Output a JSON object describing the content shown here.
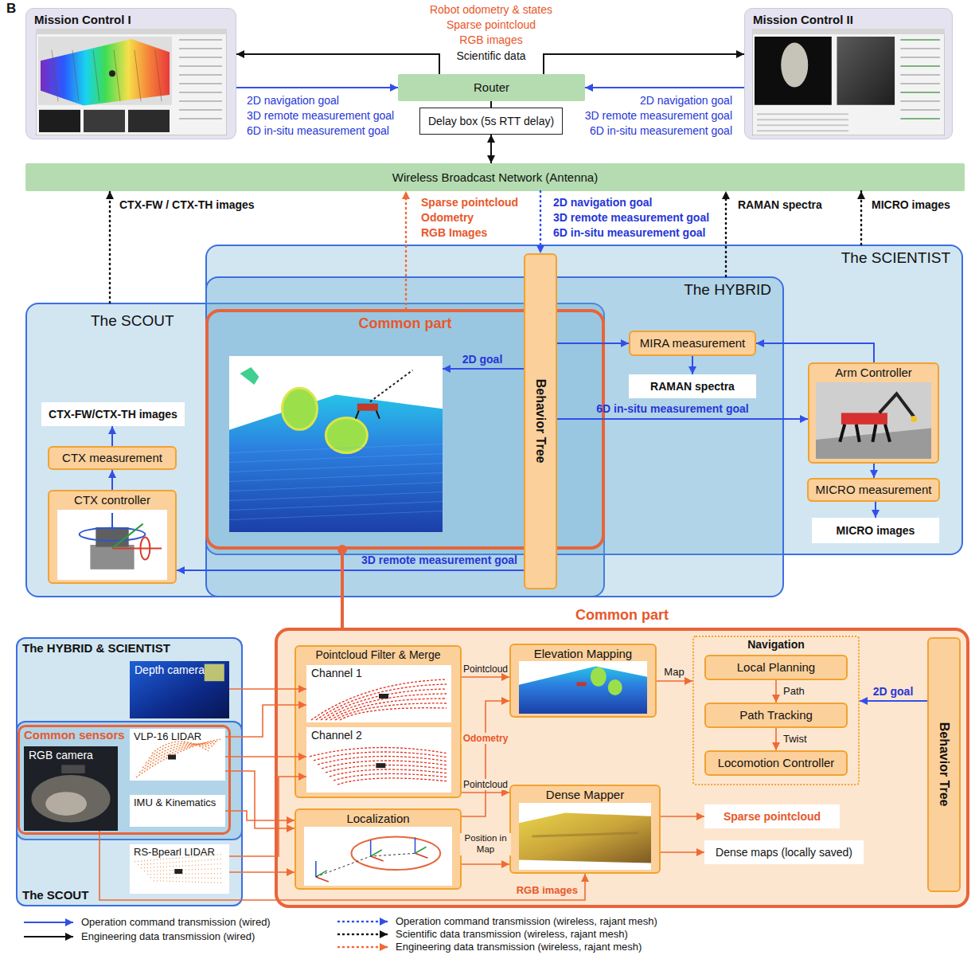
{
  "diagram": {
    "nodes": [
      {
        "text": [
          "Mission Control I"
        ]
      },
      {
        "text": [
          "Mission Control II"
        ]
      },
      {
        "text": [
          "Router"
        ]
      },
      {
        "text": [
          "Delay box (5s RTT delay)"
        ]
      },
      {
        "text": [
          "Wireless Broadcast Network (Antenna)"
        ]
      },
      {
        "text": [
          "The SCOUT"
        ]
      },
      {
        "text": [
          "CTX controller"
        ],
        "in": 5
      },
      {
        "text": [
          "CTX measurement"
        ],
        "in": 5
      },
      {
        "text": [
          "CTX-FW/CTX-TH images"
        ],
        "in": 5
      },
      {
        "text": [
          "The SCIENTIST"
        ]
      },
      {
        "text": [
          "The HYBRID"
        ],
        "in": 9
      },
      {
        "text": [
          "Common part"
        ],
        "in": 10
      },
      {
        "text": [
          "Behavior Tree"
        ],
        "in": 11
      },
      {
        "text": [
          "MIRA measurement"
        ],
        "in": 10
      },
      {
        "text": [
          "RAMAN spectra"
        ],
        "in": 10
      },
      {
        "text": [
          "Arm Controller"
        ],
        "in": 9
      },
      {
        "text": [
          "MICRO measurement"
        ],
        "in": 9
      },
      {
        "text": [
          "MICRO images"
        ],
        "in": 9
      },
      {
        "text": [
          "The HYBRID & SCIENTIST"
        ]
      },
      {
        "text": [
          "Depth camera"
        ],
        "in": 18
      },
      {
        "text": [
          "The SCOUT"
        ]
      },
      {
        "text": [
          "Common sensors"
        ],
        "in": 20
      },
      {
        "text": [
          "RGB camera"
        ],
        "in": 21
      },
      {
        "text": [
          "VLP-16 LIDAR"
        ],
        "in": 21
      },
      {
        "text": [
          "IMU & Kinematics"
        ],
        "in": 21
      },
      {
        "text": [
          "RS-Bpearl LIDAR"
        ],
        "in": 20
      },
      {
        "text": [
          "Common part"
        ]
      },
      {
        "text": [
          "Pointcloud Filter & Merge"
        ],
        "in": 26
      },
      {
        "text": [
          "Channel 1"
        ],
        "in": 27
      },
      {
        "text": [
          "Channel 2"
        ],
        "in": 27
      },
      {
        "text": [
          "Localization"
        ],
        "in": 26
      },
      {
        "text": [
          "Elevation Mapping"
        ],
        "in": 26
      },
      {
        "text": [
          "Dense Mapper"
        ],
        "in": 26
      },
      {
        "text": [
          "Navigation"
        ],
        "in": 26
      },
      {
        "text": [
          "Local Planning"
        ],
        "in": 33
      },
      {
        "text": [
          "Path Tracking"
        ],
        "in": 33
      },
      {
        "text": [
          "Locomotion Controller"
        ],
        "in": 33
      },
      {
        "text": [
          "Behavior Tree"
        ],
        "in": 26
      },
      {
        "text": [
          "Sparse pointcloud"
        ],
        "in": 26
      },
      {
        "text": [
          "Dense maps (locally saved)"
        ],
        "in": 26
      }
    ],
    "edges": [
      {
        "from": 2,
        "to": 0,
        "arrow": "to"
      },
      {
        "from": 2,
        "to": 1,
        "arrow": "to"
      },
      {
        "from": 0,
        "to": 2,
        "arrow": "to"
      },
      {
        "from": 1,
        "to": 2,
        "arrow": "to"
      },
      {
        "from": 2,
        "to": 3,
        "arrow": "none"
      },
      {
        "from": 3,
        "to": 4,
        "arrow": "both"
      },
      {
        "from": 4,
        "to": 12,
        "arrow": "to"
      },
      {
        "from": 11,
        "to": 4,
        "arrow": "to"
      },
      {
        "from": 5,
        "to": 4,
        "arrow": "to",
        "label": "CTX-FW / CTX-TH images"
      },
      {
        "from": 10,
        "to": 4,
        "arrow": "to",
        "label": "RAMAN spectra"
      },
      {
        "from": 9,
        "to": 4,
        "arrow": "to",
        "label": "MICRO images"
      },
      {
        "from": 12,
        "to": 11,
        "arrow": "to",
        "label": "2D goal"
      },
      {
        "from": 12,
        "to": 13,
        "arrow": "to"
      },
      {
        "from": 13,
        "to": 14,
        "arrow": "to"
      },
      {
        "from": 15,
        "to": 13,
        "arrow": "to"
      },
      {
        "from": 12,
        "to": 15,
        "arrow": "to",
        "label": "6D in-situ measurement goal"
      },
      {
        "from": 15,
        "to": 16,
        "arrow": "to"
      },
      {
        "from": 16,
        "to": 17,
        "arrow": "to"
      },
      {
        "from": 12,
        "to": 6,
        "arrow": "to",
        "label": "3D remote measurement goal"
      },
      {
        "from": 6,
        "to": 7,
        "arrow": "to"
      },
      {
        "from": 7,
        "to": 8,
        "arrow": "to"
      },
      {
        "from": 11,
        "to": 26,
        "arrow": "none"
      },
      {
        "from": 19,
        "to": 28,
        "arrow": "to"
      },
      {
        "from": 23,
        "to": 28,
        "arrow": "to"
      },
      {
        "from": 23,
        "to": 29,
        "arrow": "to"
      },
      {
        "from": 23,
        "to": 30,
        "arrow": "to"
      },
      {
        "from": 24,
        "to": 30,
        "arrow": "to"
      },
      {
        "from": 25,
        "to": 29,
        "arrow": "to"
      },
      {
        "from": 25,
        "to": 30,
        "arrow": "to"
      },
      {
        "from": 22,
        "to": 32,
        "arrow": "to",
        "label": "RGB images"
      },
      {
        "from": 27,
        "to": 31,
        "arrow": "to",
        "label": "Pointcloud"
      },
      {
        "from": 30,
        "to": 31,
        "arrow": "to",
        "label": "Odometry"
      },
      {
        "from": 27,
        "to": 32,
        "arrow": "to",
        "label": "Pointcloud"
      },
      {
        "from": 30,
        "to": 32,
        "arrow": "to",
        "label": "Position in Map"
      },
      {
        "from": 31,
        "to": 33,
        "arrow": "to",
        "label": "Map"
      },
      {
        "from": 34,
        "to": 35,
        "arrow": "to",
        "label": "Path"
      },
      {
        "from": 35,
        "to": 36,
        "arrow": "to",
        "label": "Twist"
      },
      {
        "from": 37,
        "to": 33,
        "arrow": "to",
        "label": "2D goal"
      },
      {
        "from": 32,
        "to": 38,
        "arrow": "to"
      },
      {
        "from": 32,
        "to": 39,
        "arrow": "to"
      }
    ],
    "labels": [
      "B",
      "Robot odometry & states",
      "Sparse pointcloud",
      "RGB images",
      "Scientific data",
      "2D navigation goal",
      "3D remote measurement goal",
      "6D in-situ measurement goal",
      "2D navigation goal",
      "3D remote measurement goal",
      "6D in-situ measurement goal",
      "Sparse pointcloud",
      "Odometry",
      "RGB Images",
      "2D navigation goal",
      "3D remote measurement goal",
      "6D in-situ measurement goal"
    ],
    "legend": [
      {
        "text": "Operation command transmission (wired)"
      },
      {
        "text": "Engineering data transmission (wired)"
      },
      {
        "text": "Operation command transmission (wireless, rajant mesh)"
      },
      {
        "text": "Scientific data transmission (wireless, rajant mesh)"
      },
      {
        "text": "Engineering data transmission (wireless, rajant mesh)"
      }
    ]
  }
}
